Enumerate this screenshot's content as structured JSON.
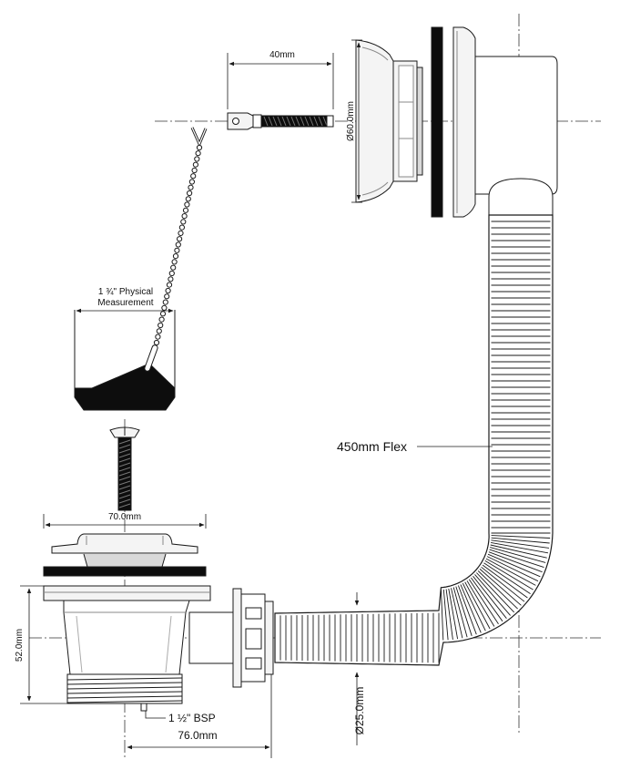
{
  "labels": {
    "overflow_length": "40mm",
    "overflow_diameter": "Ø60.0mm",
    "plug_measure_line1": "1 ¾\" Physical",
    "plug_measure_line2": "Measurement",
    "flange_diameter": "70.0mm",
    "flex_length": "450mm Flex",
    "waste_height": "52.0mm",
    "thread_size": "1 ½\" BSP",
    "outlet_offset": "76.0mm",
    "pipe_diameter": "Ø25.0mm"
  },
  "colors": {
    "line": "#1a1a1a",
    "fill_light": "#f4f4f4",
    "fill_mid": "#d9d9d9",
    "black": "#0d0d0d"
  }
}
